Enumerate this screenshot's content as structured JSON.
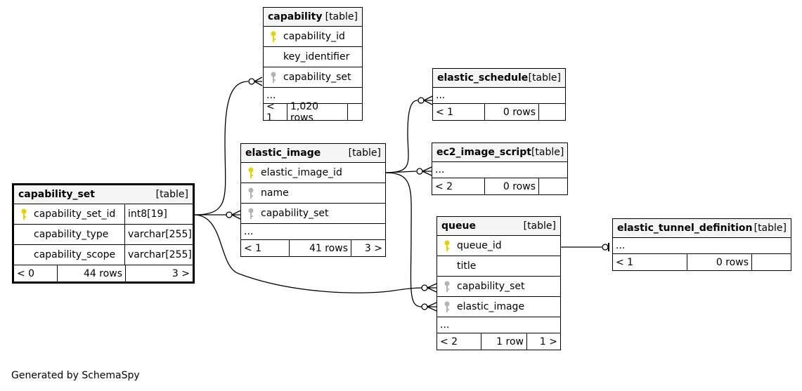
{
  "generated_by": "Generated by SchemaSpy",
  "colors": {
    "primary_key": "#e6d200",
    "foreign_key": "#b4b4b4",
    "header_bg": "#f5f5f5",
    "line": "#000000"
  },
  "tables": {
    "capability": {
      "name": "capability",
      "type": "[table]",
      "columns": [
        {
          "name": "capability_id",
          "key": "primary-key-icon"
        },
        {
          "name": "key_identifier",
          "key": ""
        },
        {
          "name": "capability_set",
          "key": "foreign-key-icon"
        }
      ],
      "ellipsis": "...",
      "footer": {
        "parents": "< 1",
        "rows": "1,020 rows",
        "children": ""
      }
    },
    "elastic_schedule": {
      "name": "elastic_schedule",
      "type": "[table]",
      "ellipsis": "...",
      "footer": {
        "parents": "< 1",
        "rows": "0 rows",
        "children": ""
      }
    },
    "elastic_image": {
      "name": "elastic_image",
      "type": "[table]",
      "columns": [
        {
          "name": "elastic_image_id",
          "key": "primary-key-icon"
        },
        {
          "name": "name",
          "key": "foreign-key-icon"
        },
        {
          "name": "capability_set",
          "key": "foreign-key-icon"
        }
      ],
      "ellipsis": "...",
      "footer": {
        "parents": "< 1",
        "rows": "41 rows",
        "children": "3 >"
      }
    },
    "ec2_image_script": {
      "name": "ec2_image_script",
      "type": "[table]",
      "ellipsis": "...",
      "footer": {
        "parents": "< 2",
        "rows": "0 rows",
        "children": ""
      }
    },
    "capability_set": {
      "name": "capability_set",
      "type": "[table]",
      "columns": [
        {
          "name": "capability_set_id",
          "type": "int8[19]",
          "key": "primary-key-icon"
        },
        {
          "name": "capability_type",
          "type": "varchar[255]",
          "key": ""
        },
        {
          "name": "capability_scope",
          "type": "varchar[255]",
          "key": ""
        }
      ],
      "footer": {
        "parents": "< 0",
        "rows": "44 rows",
        "children": "3 >"
      }
    },
    "queue": {
      "name": "queue",
      "type": "[table]",
      "columns": [
        {
          "name": "queue_id",
          "key": "primary-key-icon"
        },
        {
          "name": "title",
          "key": ""
        },
        {
          "name": "capability_set",
          "key": "foreign-key-icon"
        },
        {
          "name": "elastic_image",
          "key": "foreign-key-icon"
        }
      ],
      "ellipsis": "...",
      "footer": {
        "parents": "< 2",
        "rows": "1 row",
        "children": "1 >"
      }
    },
    "elastic_tunnel_definition": {
      "name": "elastic_tunnel_definition",
      "type": "[table]",
      "ellipsis": "...",
      "footer": {
        "parents": "< 1",
        "rows": "0 rows",
        "children": ""
      }
    }
  }
}
